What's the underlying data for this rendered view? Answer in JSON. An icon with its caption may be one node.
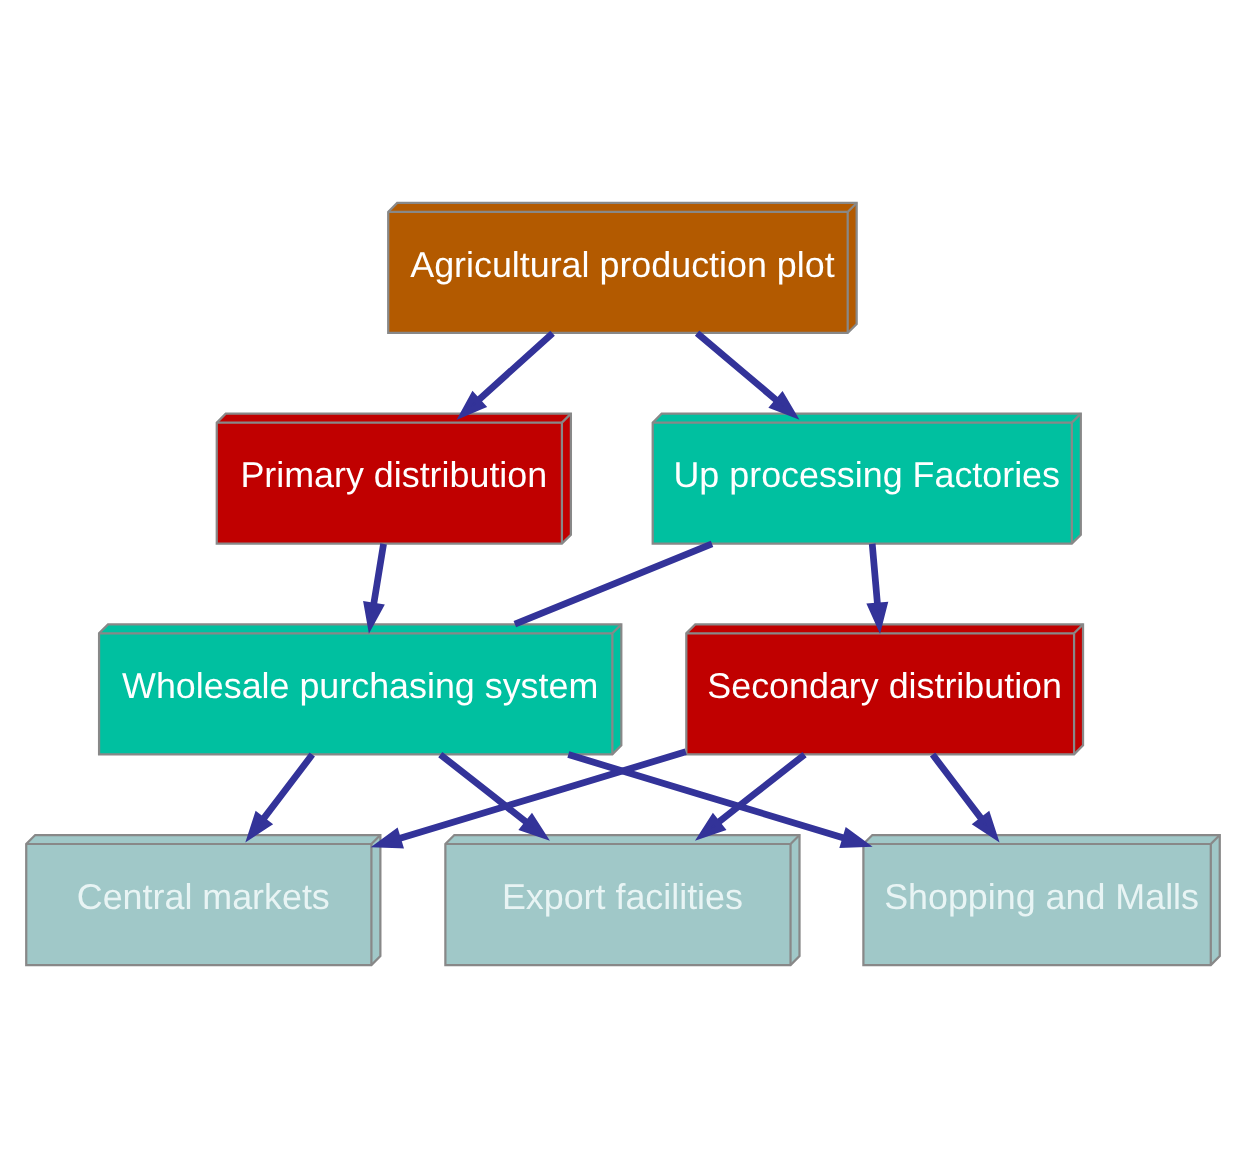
{
  "diagram": {
    "nodes": [
      {
        "text": [
          "Agricultural production plot"
        ]
      },
      {
        "text": [
          "Up processing Factories"
        ]
      },
      {
        "text": [
          "Primary distribution"
        ]
      },
      {
        "text": [
          "Wholesale purchasing system"
        ]
      },
      {
        "text": [
          "Secondary distribution"
        ]
      },
      {
        "text": [
          "Central markets"
        ]
      },
      {
        "text": [
          "Export facilities"
        ]
      },
      {
        "text": [
          "Shopping and Malls"
        ]
      }
    ],
    "edges": [
      {
        "from": 0,
        "to": 1,
        "arrow": "to"
      },
      {
        "from": 0,
        "to": 2,
        "arrow": "to"
      },
      {
        "from": 2,
        "to": 3,
        "arrow": "to"
      },
      {
        "from": 1,
        "to": 3,
        "arrow": "none"
      },
      {
        "from": 1,
        "to": 4,
        "arrow": "to"
      },
      {
        "from": 4,
        "to": 5,
        "arrow": "to"
      },
      {
        "from": 4,
        "to": 6,
        "arrow": "to"
      },
      {
        "from": 4,
        "to": 7,
        "arrow": "to"
      },
      {
        "from": 3,
        "to": 5,
        "arrow": "to"
      },
      {
        "from": 3,
        "to": 6,
        "arrow": "to"
      },
      {
        "from": 3,
        "to": 7,
        "arrow": "to"
      }
    ]
  }
}
